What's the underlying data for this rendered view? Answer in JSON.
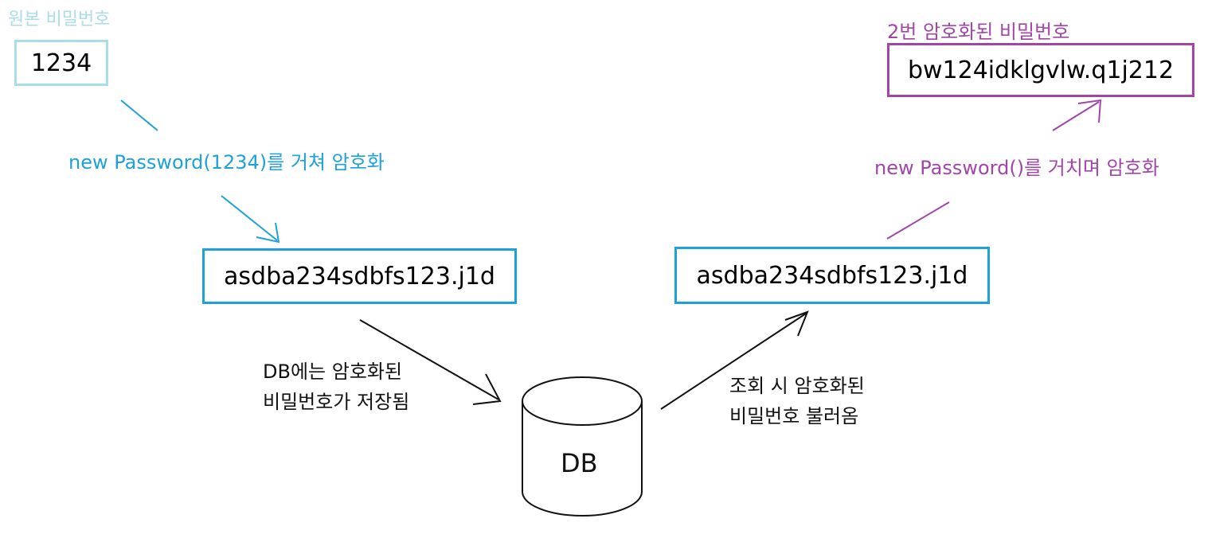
{
  "colors": {
    "light_blue": "#a8dde9",
    "blue": "#1da1d8",
    "purple": "#a146a8",
    "black": "#111111"
  },
  "original": {
    "caption": "원본 비밀번호",
    "value": "1234"
  },
  "encrypt_step": {
    "caption": "new Password(1234)를 거쳐 암호화"
  },
  "stored_hash": {
    "value": "asdba234sdbfs123.j1d"
  },
  "store_note": {
    "line1": "DB에는 암호화된",
    "line2": "비밀번호가 저장됨"
  },
  "database": {
    "label": "DB"
  },
  "load_note": {
    "line1": "조회 시 암호화된",
    "line2": "비밀번호 불러옴"
  },
  "loaded_hash": {
    "value": "asdba234sdbfs123.j1d"
  },
  "reencrypt_step": {
    "caption": "new Password()를 거치며 암호화"
  },
  "second_hash": {
    "caption": "2번 암호화된 비밀번호",
    "value": "bw124idklgvlw.q1j212"
  }
}
